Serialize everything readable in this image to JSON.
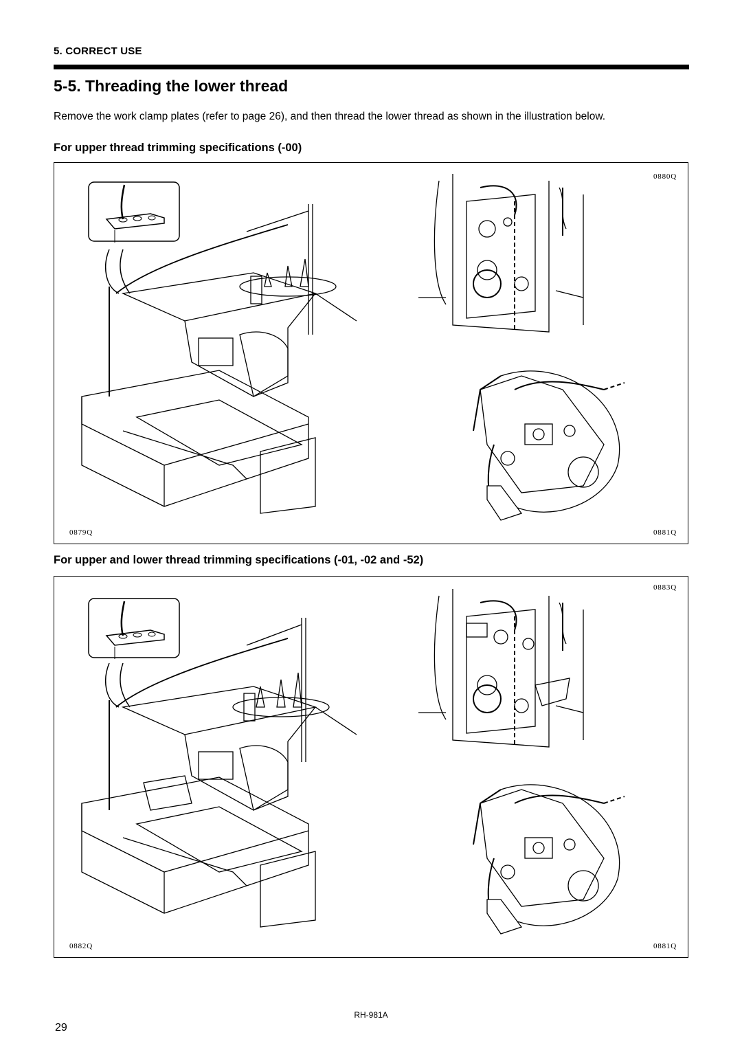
{
  "header": {
    "section_label": "5. CORRECT USE",
    "title": "5-5. Threading the lower thread"
  },
  "intro_text": "Remove the work clamp plates (refer to page 26), and then thread the lower thread as shown in the illustration below.",
  "figure1": {
    "heading": "For upper thread trimming specifications (-00)",
    "code_machine": "0879Q",
    "code_upper_detail": "0880Q",
    "code_lower_detail": "0881Q"
  },
  "figure2": {
    "heading": "For upper and lower thread trimming specifications (-01, -02 and -52)",
    "code_machine": "0882Q",
    "code_upper_detail": "0883Q",
    "code_lower_detail": "0881Q"
  },
  "footer": {
    "model": "RH-981A",
    "page_number": "29"
  },
  "icons": [
    "thread-guide-detail-icon",
    "sewing-machine-illustration",
    "upper-mechanism-illustration",
    "lower-mechanism-illustration"
  ]
}
